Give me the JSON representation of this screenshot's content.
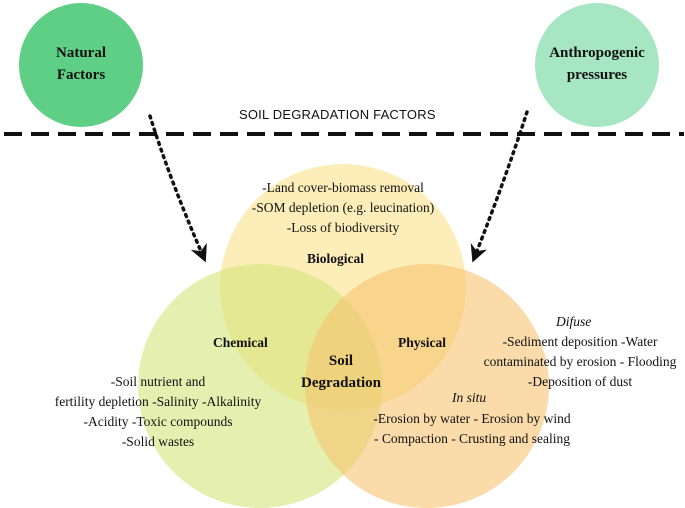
{
  "top_nodes": {
    "natural": {
      "label_line1": "Natural",
      "label_line2": "Factors",
      "color": "#5ecf85"
    },
    "anthropogenic": {
      "label_line1": "Anthropogenic",
      "label_line2": "pressures",
      "color": "#a6e6c2"
    }
  },
  "divider_title": "SOIL DEGRADATION FACTORS",
  "circles": {
    "biological": {
      "title": "Biological",
      "color": "#fbe38a",
      "lines": [
        "-Land cover-biomass removal",
        "-SOM depletion (e.g. leucination)",
        "-Loss of biodiversity"
      ]
    },
    "chemical": {
      "title": "Chemical",
      "color": "#d4e57a",
      "lines": [
        "-Soil nutrient and",
        "fertility depletion -Salinity -Alkalinity",
        "-Acidity -Toxic compounds",
        "-Solid wastes"
      ]
    },
    "physical": {
      "title": "Physical",
      "color": "#f7c370",
      "difuse_heading": "Difuse",
      "difuse_lines": [
        "-Sediment deposition  -Water",
        "contaminated by erosion - Flooding",
        "-Deposition of dust"
      ],
      "insitu_heading": "In situ",
      "insitu_lines": [
        "-Erosion by water - Erosion by wind",
        "- Compaction - Crusting and sealing"
      ]
    }
  },
  "center": {
    "line1": "Soil",
    "line2": "Degradation"
  },
  "icons": {
    "arrow_left": "dotted-arrow-icon",
    "arrow_right": "dotted-arrow-icon"
  }
}
